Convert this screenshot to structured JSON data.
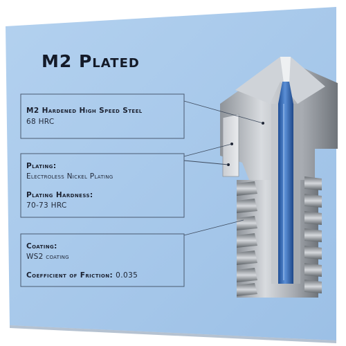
{
  "title": "M2 Plated",
  "steel": {
    "label": "M2 Hardened High Speed Steel",
    "value": "68 HRC"
  },
  "plating": {
    "label": "Plating:",
    "value": "Electroless Nickel Plating",
    "hardness_label": "Plating Hardness:",
    "hardness_value": "70-73 HRC"
  },
  "coating": {
    "label": "Coating:",
    "value": "WS2 coating",
    "friction_label": "Coefficient of Friction:",
    "friction_value": "0.035"
  },
  "colors": {
    "card_background": "#a8c9ea",
    "border": "#4a5a70",
    "bore_blue": "#3f6fb3",
    "steel_grey": "#b8bcc2"
  }
}
